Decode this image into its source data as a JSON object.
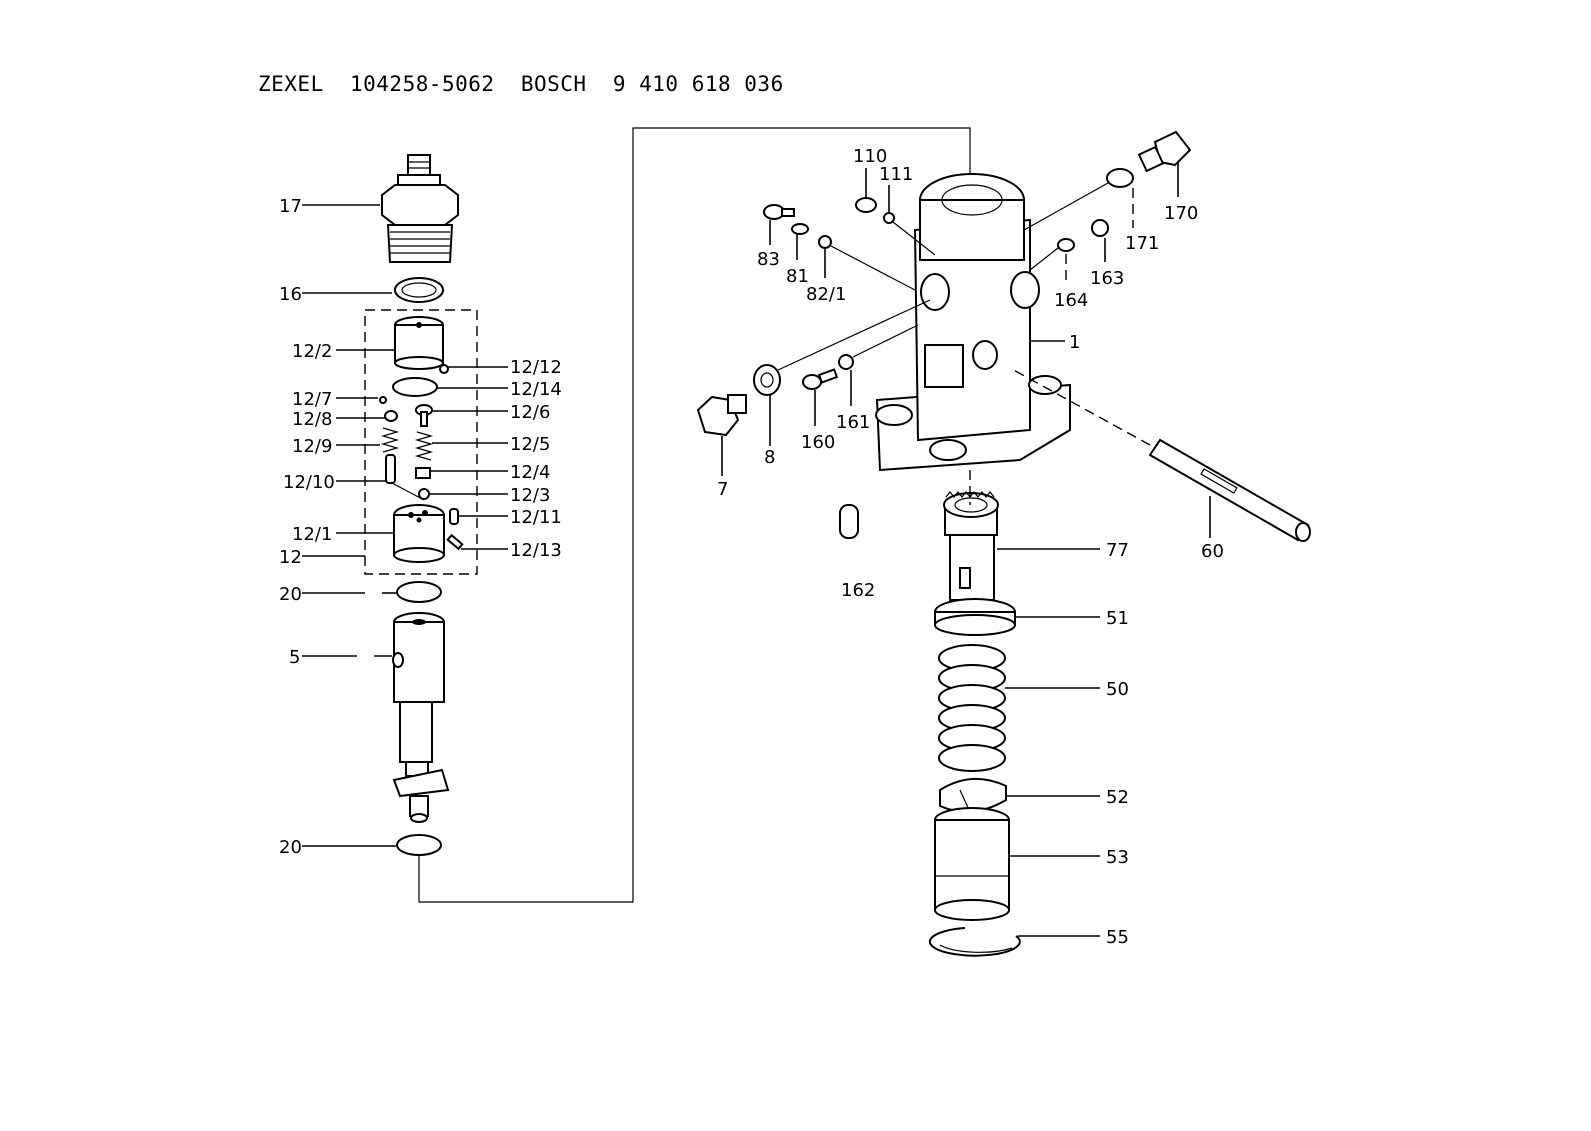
{
  "header": {
    "title": "ZEXEL  104258-5062  BOSCH  9 410 618 036"
  },
  "labels": {
    "p17": "17",
    "p16": "16",
    "p12_2": "12/2",
    "p12_12": "12/12",
    "p12_14": "12/14",
    "p12_7": "12/7",
    "p12_8": "12/8",
    "p12_6": "12/6",
    "p12_9": "12/9",
    "p12_5": "12/5",
    "p12_4": "12/4",
    "p12_10": "12/10",
    "p12_3": "12/3",
    "p12_11": "12/11",
    "p12_1": "12/1",
    "p12_13": "12/13",
    "p12": "12",
    "p20a": "20",
    "p5": "5",
    "p20b": "20",
    "p110": "110",
    "p111": "111",
    "p83": "83",
    "p81": "81",
    "p82_1": "82/1",
    "p170": "170",
    "p171": "171",
    "p163": "163",
    "p164": "164",
    "p1": "1",
    "p7": "7",
    "p8": "8",
    "p160": "160",
    "p161": "161",
    "p162": "162",
    "p77": "77",
    "p60": "60",
    "p51": "51",
    "p50": "50",
    "p52": "52",
    "p53": "53",
    "p55": "55"
  }
}
